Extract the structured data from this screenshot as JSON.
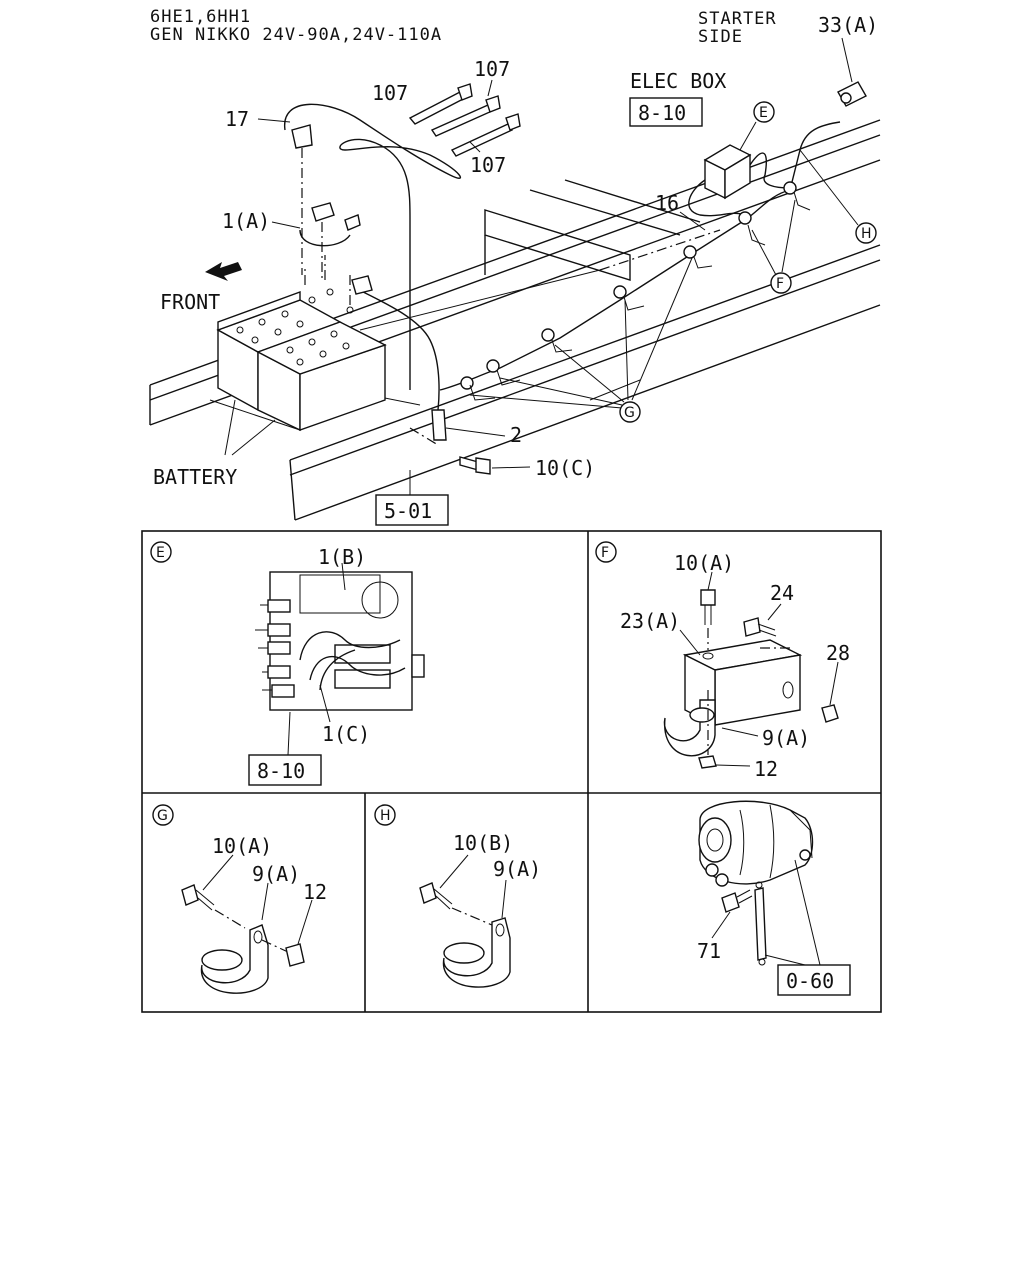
{
  "header": {
    "engine": "6HE1,6HH1",
    "generator": "GEN NIKKO 24V-90A,24V-110A",
    "starter_line1": "STARTER",
    "starter_line2": "SIDE"
  },
  "main": {
    "elec_box": "ELEC BOX",
    "front": "FRONT",
    "battery": "BATTERY",
    "refs": {
      "ref_8_10": "8-10",
      "ref_5_01": "5-01"
    },
    "callouts": {
      "c17": "17",
      "c107a": "107",
      "c107b": "107",
      "c107c": "107",
      "c1a": "1(A)",
      "c16": "16",
      "c2": "2",
      "c10c": "10(C)",
      "c33a": "33(A)"
    },
    "markers": {
      "E": "E",
      "F": "F",
      "G": "G",
      "H": "H"
    }
  },
  "panels": {
    "E": {
      "marker": "E",
      "c1b": "1(B)",
      "c1c": "1(C)",
      "ref": "8-10"
    },
    "F": {
      "marker": "F",
      "c10a": "10(A)",
      "c24": "24",
      "c23a": "23(A)",
      "c28": "28",
      "c9a": "9(A)",
      "c12": "12"
    },
    "G": {
      "marker": "G",
      "c10a": "10(A)",
      "c9a": "9(A)",
      "c12": "12"
    },
    "H": {
      "marker": "H",
      "c10b": "10(B)",
      "c9a": "9(A)"
    },
    "starter": {
      "c71": "71",
      "ref": "0-60"
    }
  }
}
